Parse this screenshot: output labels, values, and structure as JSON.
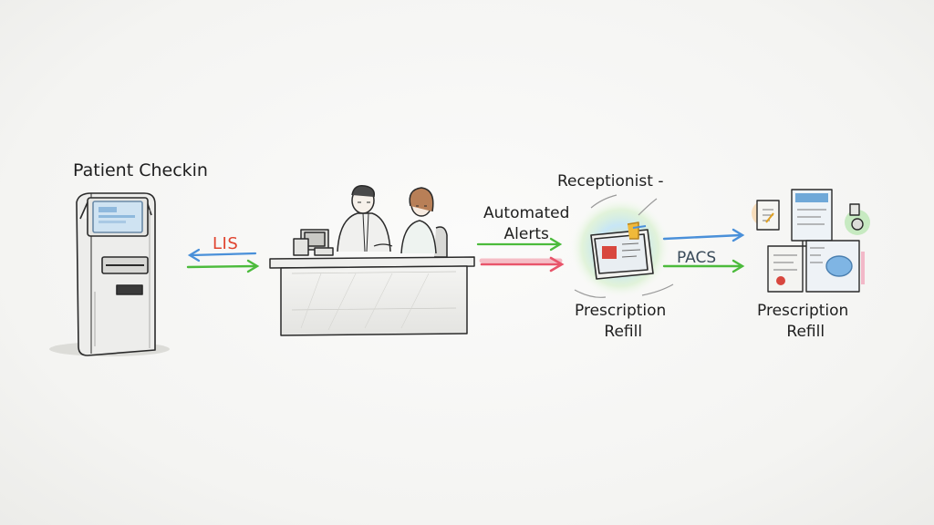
{
  "labels": {
    "checkin": "Patient Checkin",
    "lis": "LIS",
    "receptionist": "Receptionist -",
    "alerts": "Automated\nAlerts",
    "pacs": "PACS",
    "refill_center": "Prescription\n      Refill",
    "refill_right": "Prescription\n      Refill"
  },
  "colors": {
    "lis_text": "#e0442f",
    "arrow_blue": "#4a90d9",
    "arrow_green": "#4cbb3c",
    "arrow_red": "#e8546a",
    "ink": "#2a2a2a"
  }
}
